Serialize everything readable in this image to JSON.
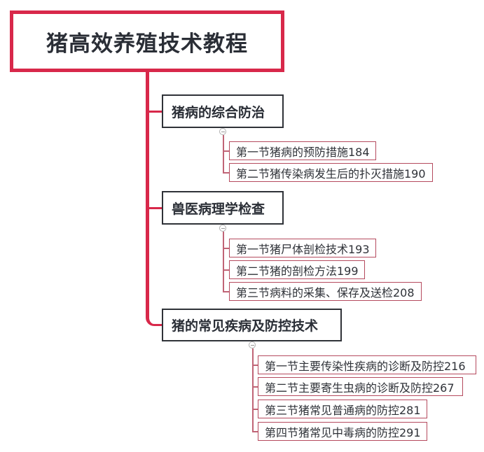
{
  "root": {
    "title": "猪高效养殖技术教程"
  },
  "colors": {
    "accent": "#d8284a",
    "child_border": "#b54a5e",
    "node_border": "#2f3238",
    "text": "#2a2e36"
  },
  "sections": [
    {
      "title": "猪病的综合防治",
      "children": [
        "第一节猪病的预防措施184",
        "第二节猪传染病发生后的扑灭措施190"
      ]
    },
    {
      "title": "兽医病理学检查",
      "children": [
        "第一节猪尸体剖检技术193",
        "第二节猪的剖检方法199",
        "第三节病料的采集、保存及送检208"
      ]
    },
    {
      "title": "猪的常见疾病及防控技术",
      "children": [
        "第一节主要传染性疾病的诊断及防控216",
        "第二节主要寄生虫病的诊断及防控267",
        "第三节猪常见普通病的防控281",
        "第四节猪常见中毒病的防控291"
      ]
    }
  ]
}
